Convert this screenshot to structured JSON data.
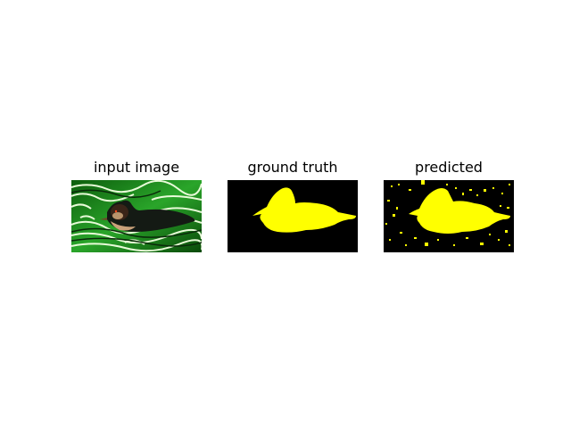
{
  "figure": {
    "panels": [
      {
        "title": "input image"
      },
      {
        "title": "ground truth"
      },
      {
        "title": "predicted"
      }
    ]
  },
  "colors": {
    "background": "#ffffff",
    "mask_background": "#000000",
    "mask_foreground": "#ffff00",
    "water_green": "#1f8a1f",
    "water_light": "#d8f5c0"
  }
}
